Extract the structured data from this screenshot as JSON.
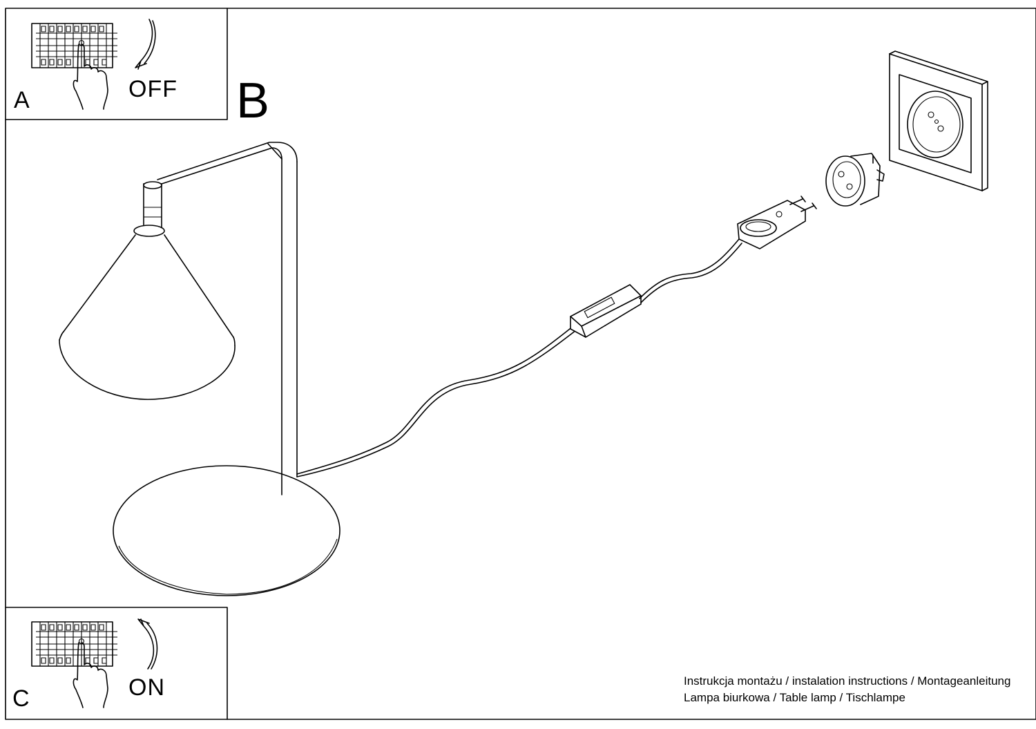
{
  "panels": {
    "a": {
      "letter": "A",
      "state": "OFF",
      "icon": "breaker-switch-down-icon"
    },
    "b": {
      "letter": "B"
    },
    "c": {
      "letter": "C",
      "state": "ON",
      "icon": "breaker-switch-up-icon"
    }
  },
  "caption": {
    "line1": "Instrukcja montażu / instalation instructions / Montageanleitung",
    "line2": "Lampa biurkowa / Table lamp / Tischlampe"
  },
  "illustration": {
    "items": [
      "table-lamp-icon",
      "inline-switch-icon",
      "plug-icon",
      "socket-adapter-icon",
      "wall-socket-icon"
    ]
  }
}
